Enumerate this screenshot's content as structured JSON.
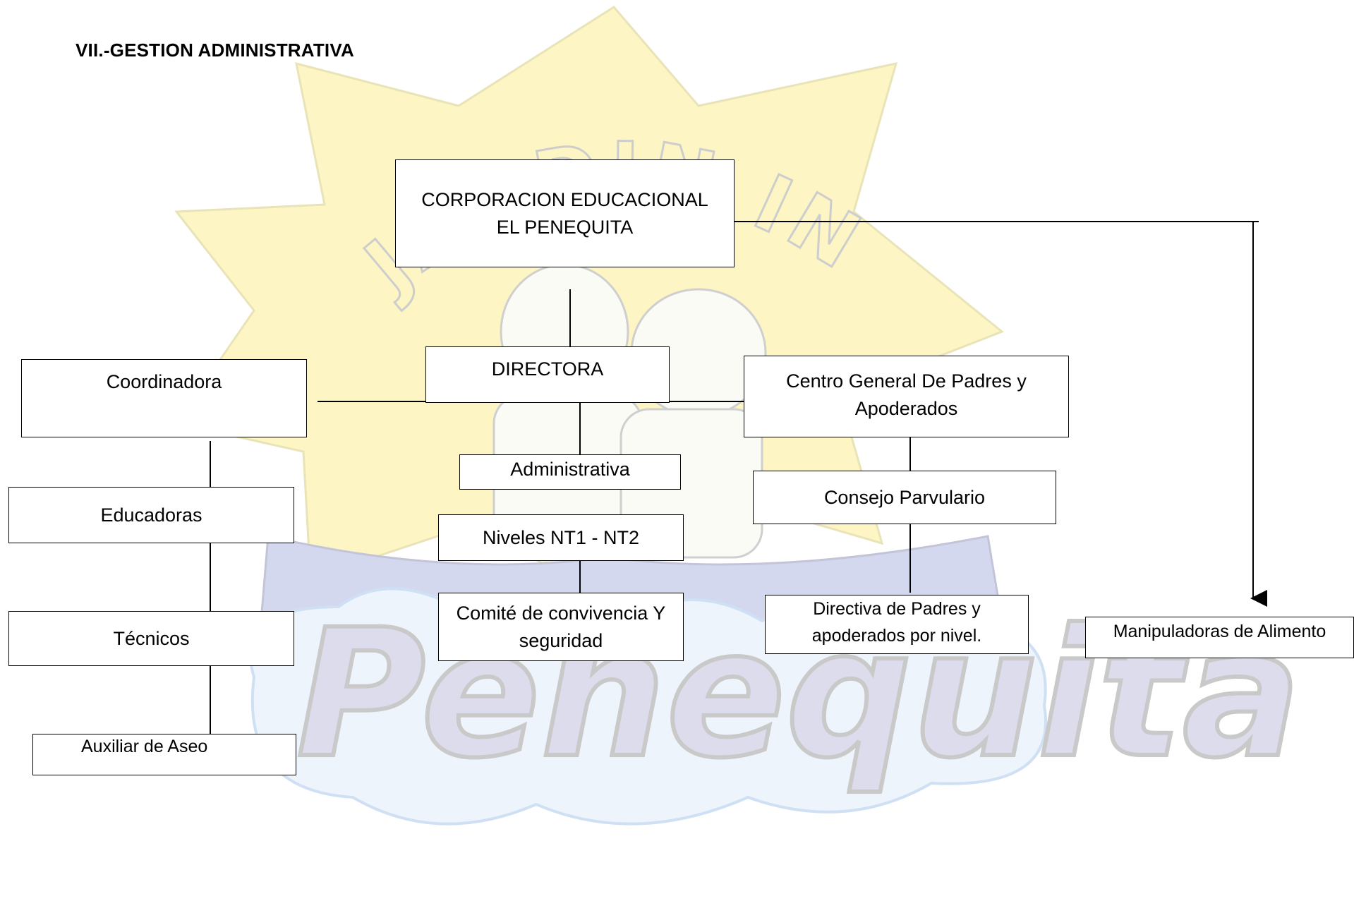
{
  "heading": "VII.-GESTION ADMINISTRATIVA",
  "watermark": {
    "logo_text": "Penequita",
    "arc_text": "JARDIN INFANTIL",
    "colors": {
      "sun": "#fdf5c3",
      "book": "#d3d8ef",
      "cloud": "#cfe0f4",
      "letters": "#dcdcec",
      "outline": "#cfcfcf"
    }
  },
  "org_chart": {
    "corporacion": "CORPORACION EDUCACIONAL EL PENEQUITA",
    "directora": "DIRECTORA",
    "coordinadora": "Coordinadora",
    "centro_padres": "Centro General De Padres y Apoderados",
    "educadoras": "Educadoras",
    "tecnicos": "Técnicos",
    "auxiliar_aseo": "Auxiliar de Aseo",
    "administrativa": "Administrativa",
    "niveles": "Niveles NT1 - NT2",
    "comite": "Comité de convivencia Y seguridad",
    "consejo": "Consejo Parvulario",
    "directiva_padres": "Directiva de Padres y apoderados por nivel.",
    "manipuladoras": "Manipuladoras de Alimento"
  }
}
